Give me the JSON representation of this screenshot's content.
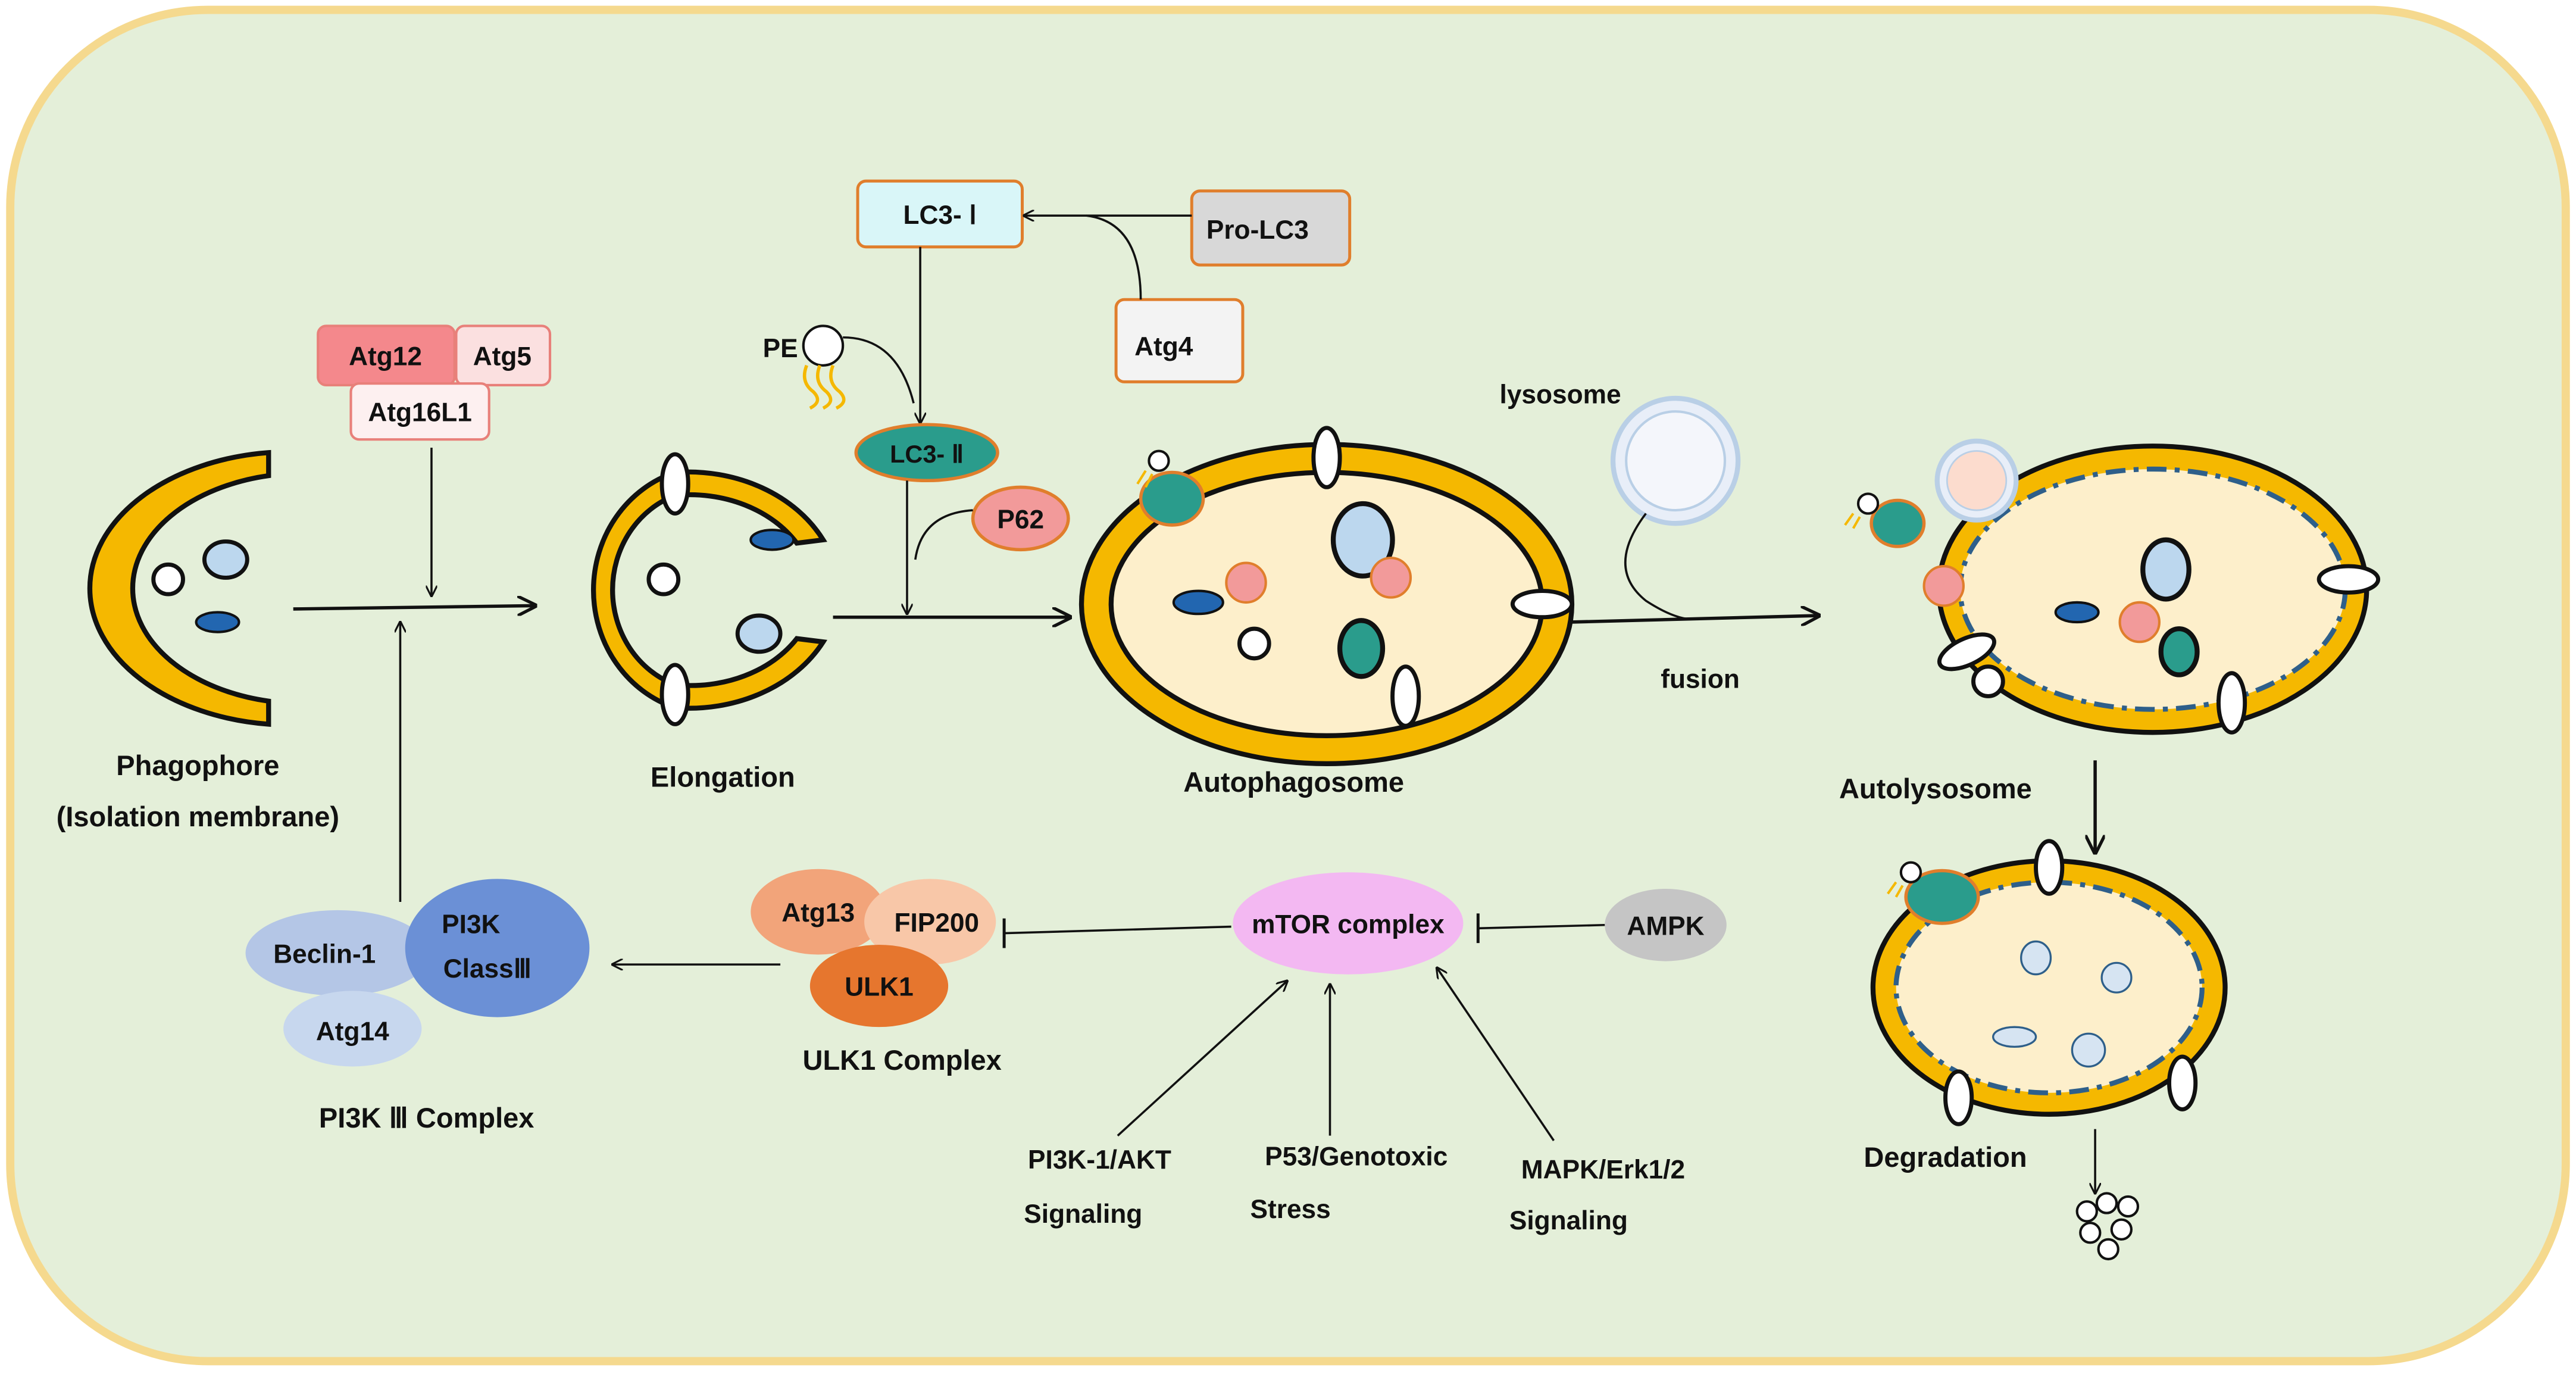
{
  "colors": {
    "background": "#e4efd9",
    "frame": "#f5d98e",
    "membrane": "#f5b800",
    "lumen": "#fdefcb",
    "light_blue_vesicle": "#bcd7ee",
    "dark_blue_vesicle": "#2266b0",
    "teal_vesicle": "#2a9c8c",
    "pink_vesicle": "#f29a9a",
    "lysosome_ring": "#b9cfe6"
  },
  "stages": {
    "phagophore_line1": "Phagophore",
    "phagophore_line2": "(Isolation membrane)",
    "elongation": "Elongation",
    "autophagosome": "Autophagosome",
    "autolysosome": "Autolysosome",
    "degradation": "Degradation"
  },
  "lc3": {
    "lc3_i": "LC3- Ⅰ",
    "pro_lc3": "Pro-LC3",
    "atg4": "Atg4",
    "pe": "PE",
    "lc3_ii": "LC3- Ⅱ",
    "p62": "P62"
  },
  "atg_conjugate": {
    "atg12": "Atg12",
    "atg5": "Atg5",
    "atg16l1": "Atg16L1"
  },
  "lysosome": {
    "label": "lysosome",
    "fusion": "fusion"
  },
  "pi3k_complex": {
    "beclin": "Beclin-1",
    "pi3k_line1": "PI3K",
    "pi3k_line2": "ClassⅢ",
    "atg14": "Atg14",
    "title": "PI3K Ⅲ Complex"
  },
  "ulk1_complex": {
    "atg13": "Atg13",
    "fip200": "FIP200",
    "ulk1": "ULK1",
    "title": "ULK1 Complex"
  },
  "mtor": {
    "label": "mTOR complex",
    "ampk": "AMPK"
  },
  "signals": {
    "pi3k_akt_line1": "PI3K-1/AKT",
    "pi3k_akt_line2": "Signaling",
    "p53_line1": "P53/Genotoxic",
    "p53_line2": "Stress",
    "mapk_line1": "MAPK/Erk1/2",
    "mapk_line2": "Signaling"
  }
}
